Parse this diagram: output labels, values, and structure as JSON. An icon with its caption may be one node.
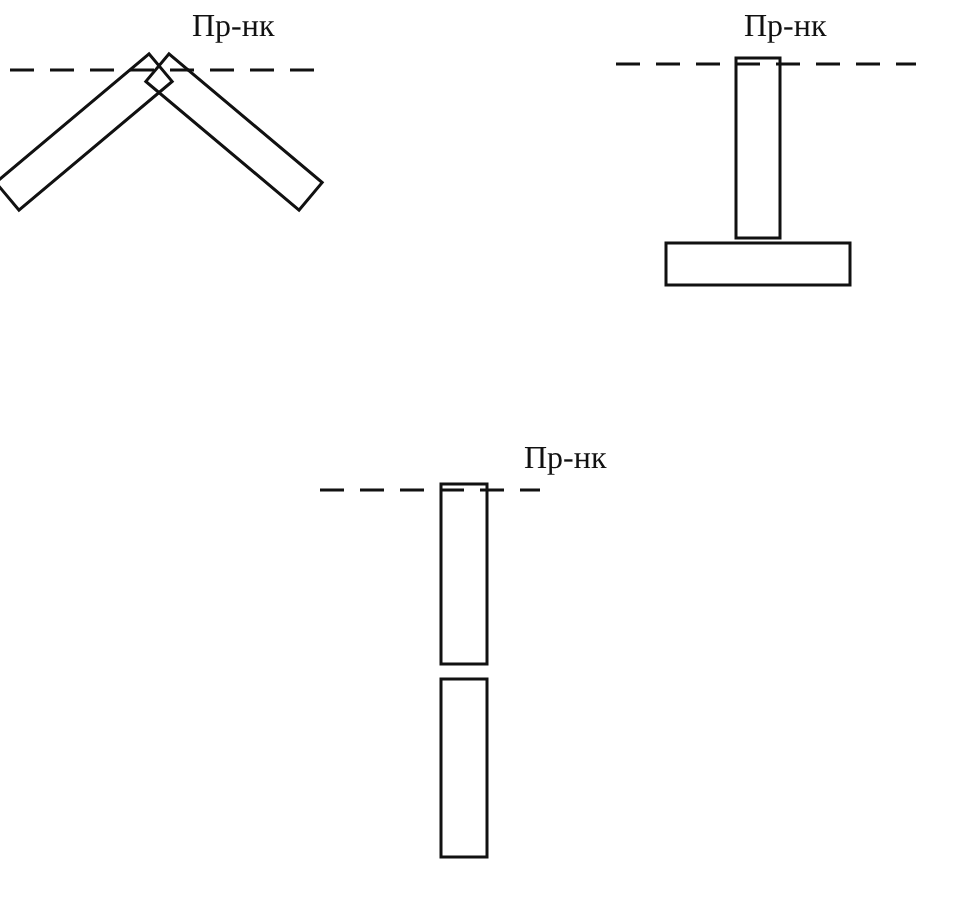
{
  "diagram": {
    "labels": [
      "Пр-нк",
      "Пр-нк",
      "Пр-нк"
    ]
  }
}
